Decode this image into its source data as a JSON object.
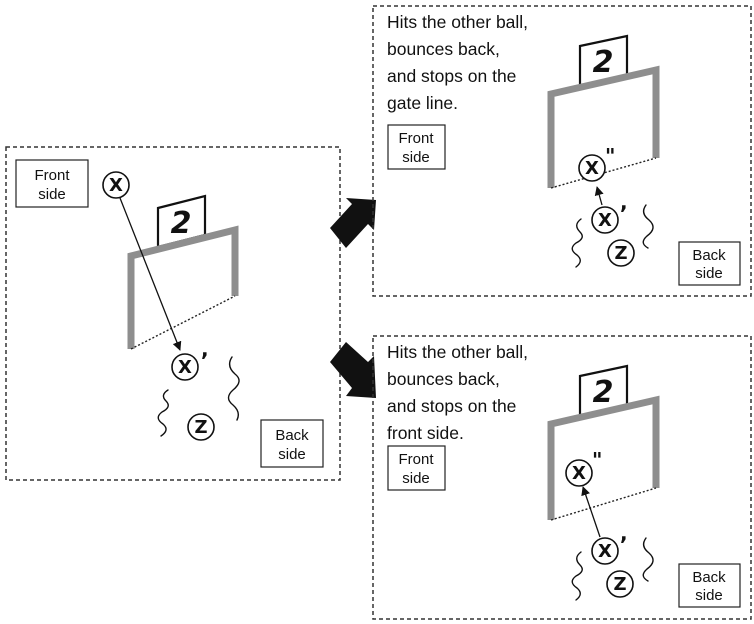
{
  "gate_number": "2",
  "ball_x": "X",
  "ball_z": "Z",
  "prime_mark": ",",
  "double_prime_mark": "\"",
  "front_side": [
    "Front",
    "side"
  ],
  "back_side": [
    "Back",
    "side"
  ],
  "captions": {
    "top": [
      "Hits the other ball,",
      "bounces back,",
      "and stops on the",
      "gate line."
    ],
    "bottom": [
      "Hits the other ball,",
      "bounces back,",
      "and stops on the",
      "front side."
    ]
  }
}
